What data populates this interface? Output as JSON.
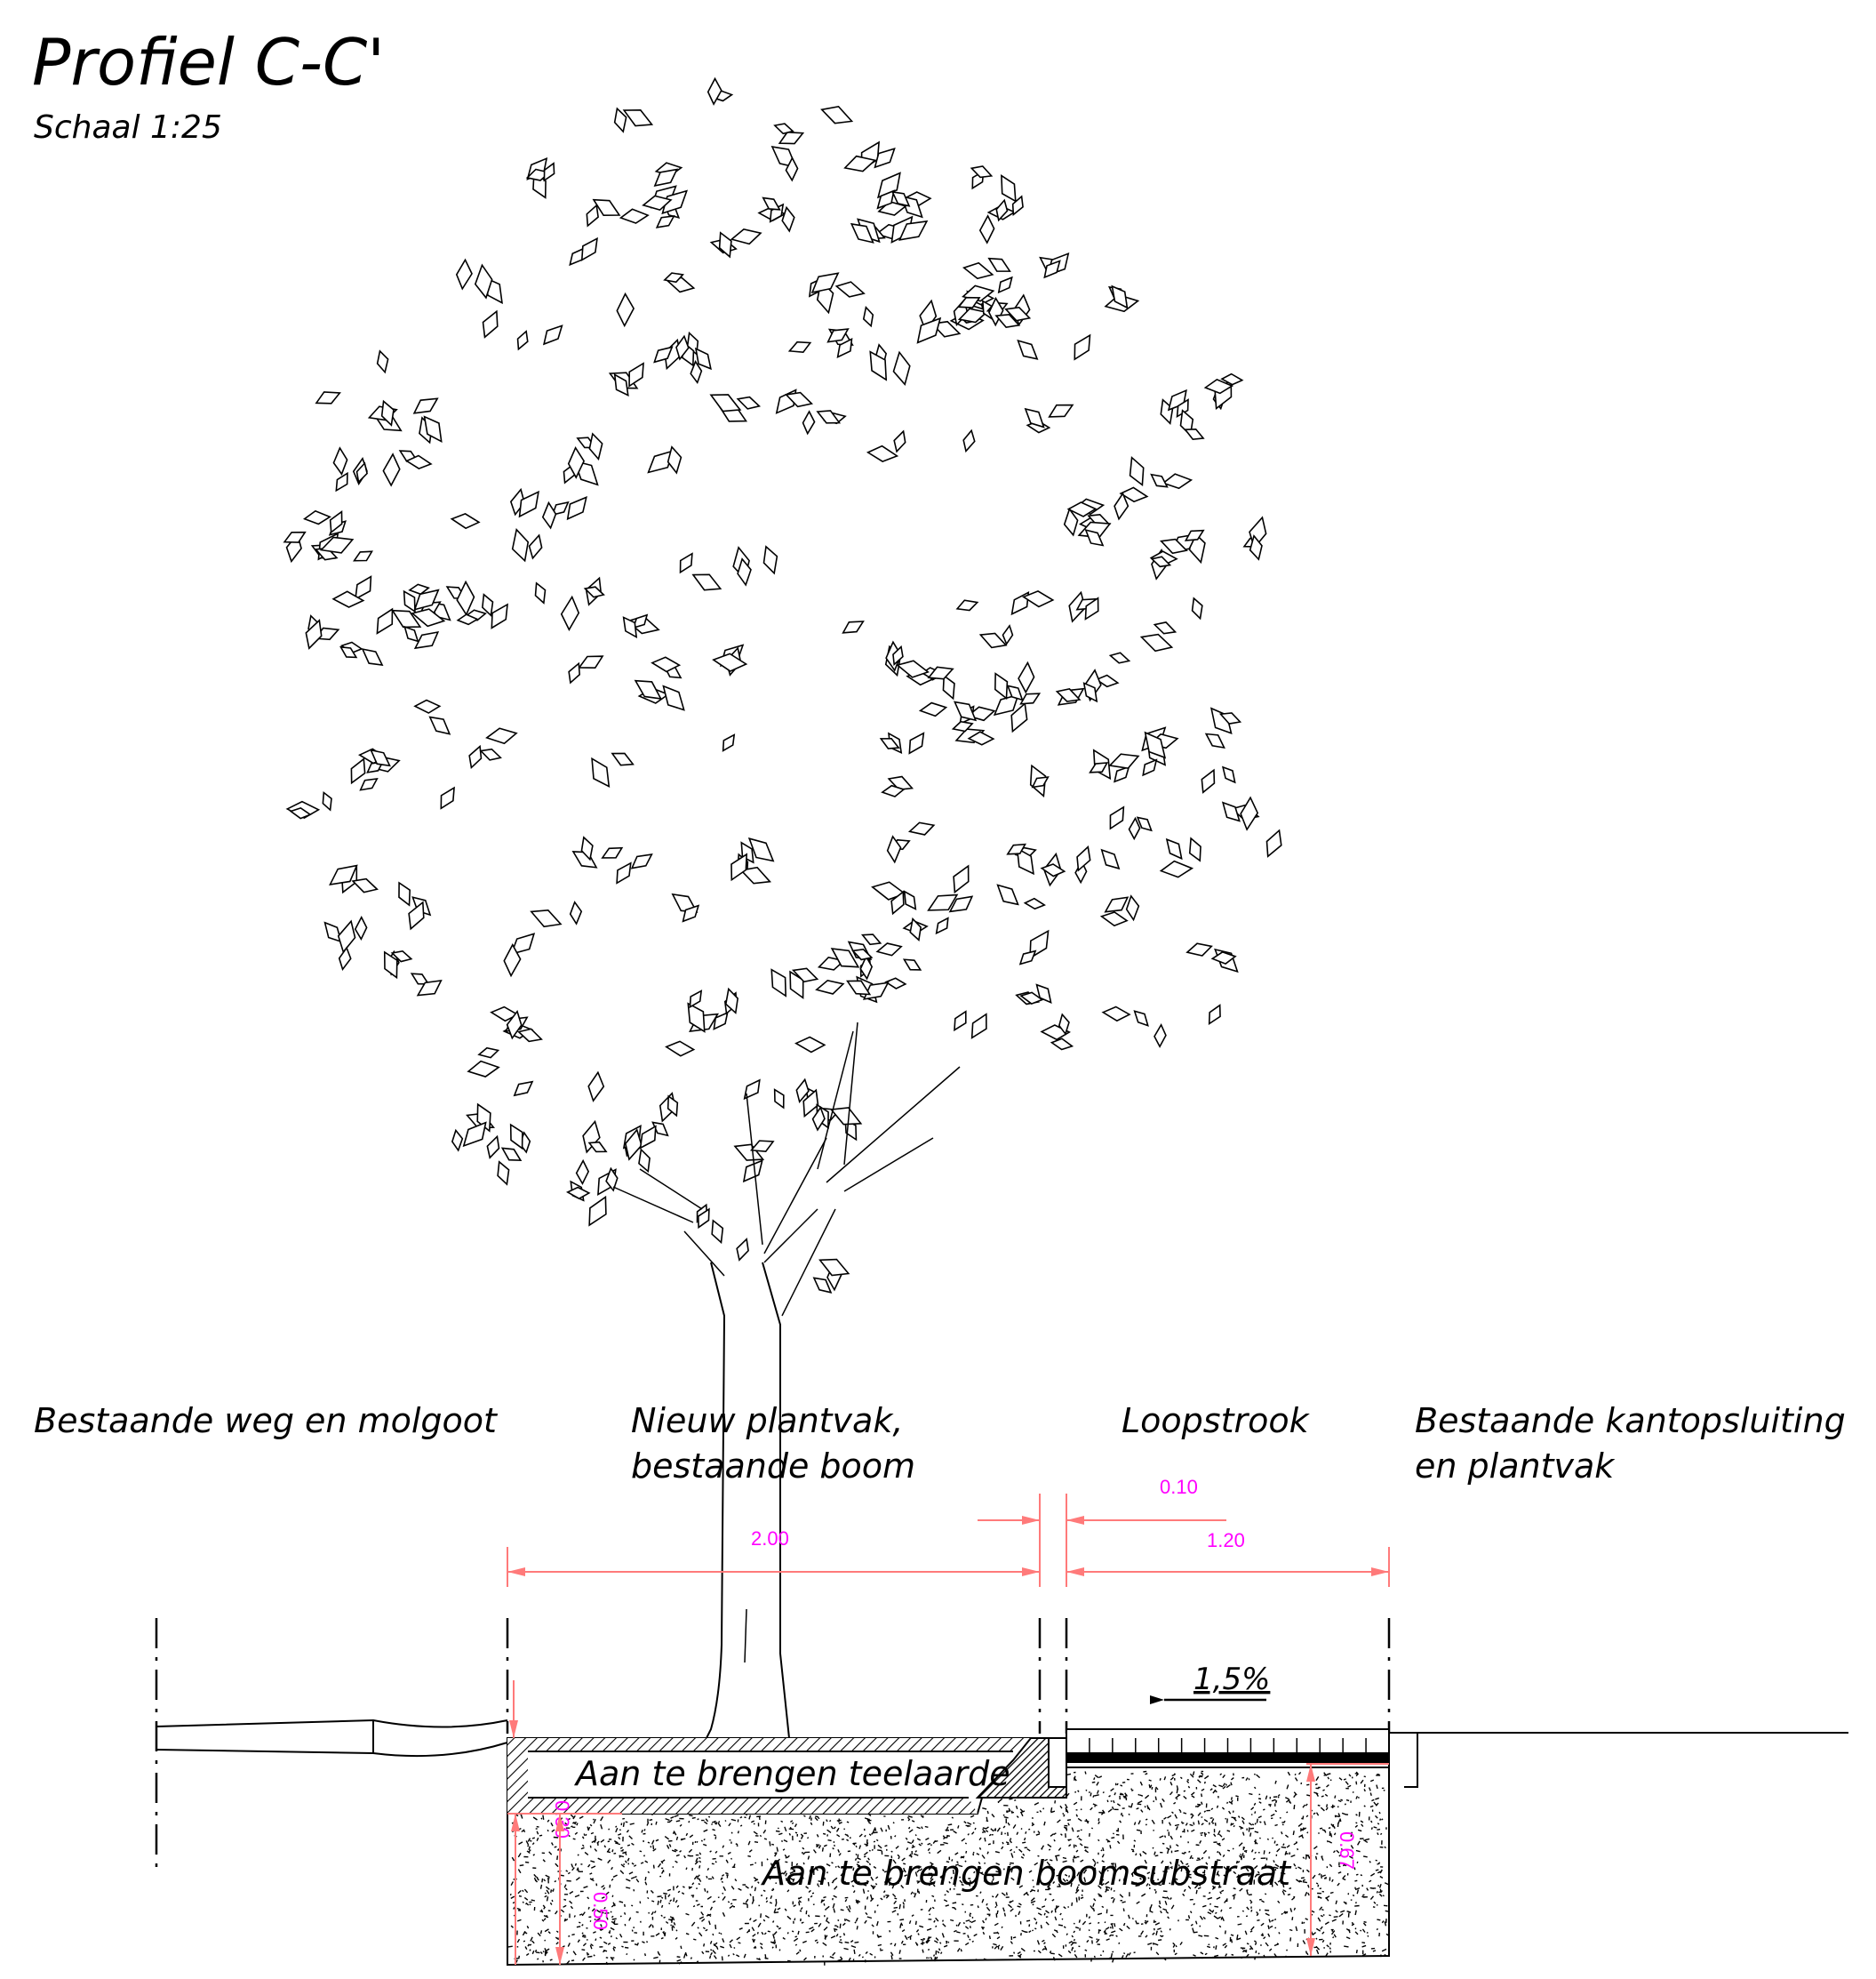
{
  "title": "Profiel C-C'",
  "scale": "Schaal 1:25",
  "zones": {
    "road": "Bestaande weg en molgoot",
    "plant_bed_line1": "Nieuw plantvak,",
    "plant_bed_line2": "bestaande boom",
    "walkway": "Loopstrook",
    "existing_edge_line1": "Bestaande kantopsluiting",
    "existing_edge_line2": "en plantvak"
  },
  "layers": {
    "topsoil": "Aan te brengen teelaarde",
    "substrate": "Aan te brengen boomsubstraat"
  },
  "slope": "1,5%",
  "dimensions": {
    "plant_bed_width": "2.00",
    "gap": "0.10",
    "walkway_width": "1.20",
    "topsoil_depth": "0.30",
    "substrate_depth": "0.50",
    "walkway_depth": "0.67"
  },
  "colors": {
    "dimension_text": "#ff00ff",
    "dimension_line": "#ff7a7a",
    "line": "#000000"
  }
}
